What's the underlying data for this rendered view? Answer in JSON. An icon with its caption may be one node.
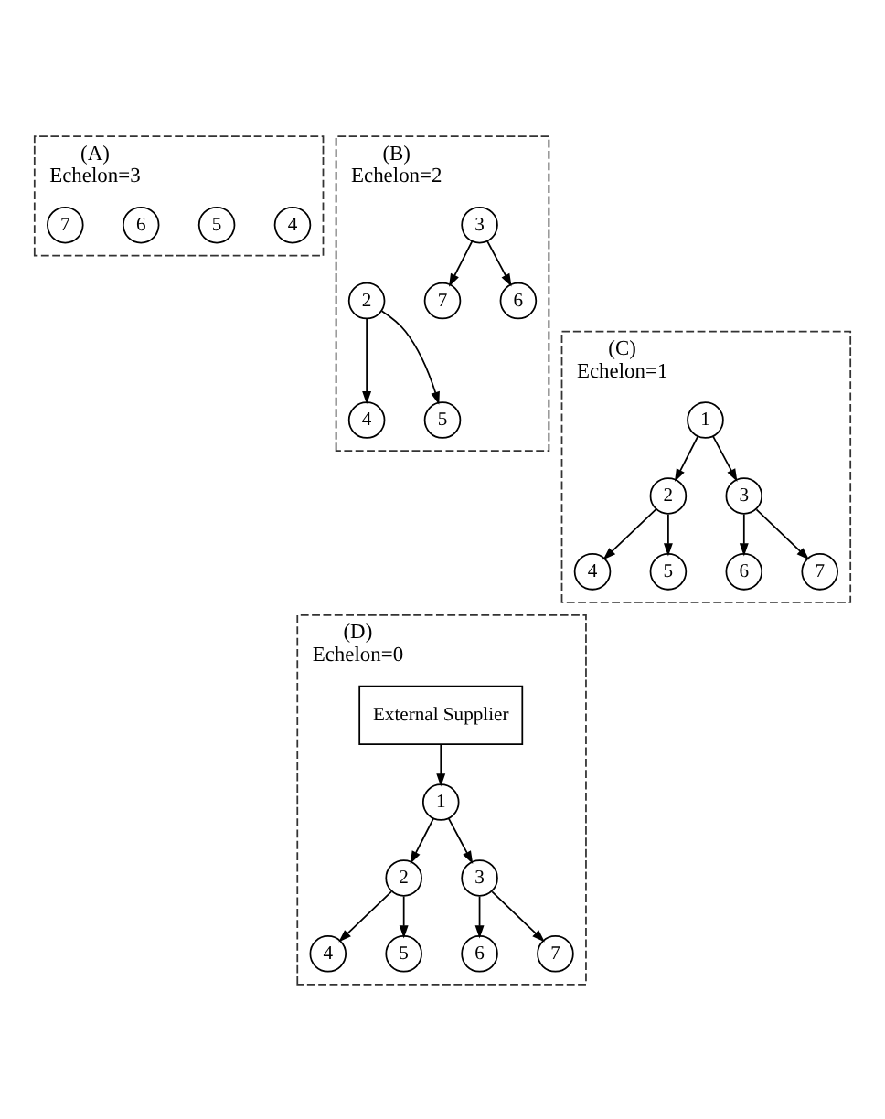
{
  "diagram": {
    "nodes": [
      {
        "text": [
          "(A)",
          "Echelon=3"
        ]
      },
      {
        "text": [
          "4"
        ],
        "in": 0
      },
      {
        "text": [
          "5"
        ],
        "in": 0
      },
      {
        "text": [
          "6"
        ],
        "in": 0
      },
      {
        "text": [
          "7"
        ],
        "in": 0
      },
      {
        "text": [
          "(B)",
          "Echelon=2"
        ]
      },
      {
        "text": [
          "2"
        ],
        "in": 5
      },
      {
        "text": [
          "4"
        ],
        "in": 5
      },
      {
        "text": [
          "5"
        ],
        "in": 5
      },
      {
        "text": [
          "3"
        ],
        "in": 5
      },
      {
        "text": [
          "6"
        ],
        "in": 5
      },
      {
        "text": [
          "7"
        ],
        "in": 5
      },
      {
        "text": [
          "(C)",
          "Echelon=1"
        ]
      },
      {
        "text": [
          "1"
        ],
        "in": 12
      },
      {
        "text": [
          "2"
        ],
        "in": 12
      },
      {
        "text": [
          "4"
        ],
        "in": 12
      },
      {
        "text": [
          "5"
        ],
        "in": 12
      },
      {
        "text": [
          "3"
        ],
        "in": 12
      },
      {
        "text": [
          "6"
        ],
        "in": 12
      },
      {
        "text": [
          "7"
        ],
        "in": 12
      },
      {
        "text": [
          "(D)",
          "Echelon=0"
        ]
      },
      {
        "text": [
          "External Supplier"
        ],
        "in": 20
      },
      {
        "text": [
          "1"
        ],
        "in": 20
      },
      {
        "text": [
          "2"
        ],
        "in": 20
      },
      {
        "text": [
          "4"
        ],
        "in": 20
      },
      {
        "text": [
          "5"
        ],
        "in": 20
      },
      {
        "text": [
          "3"
        ],
        "in": 20
      },
      {
        "text": [
          "6"
        ],
        "in": 20
      },
      {
        "text": [
          "7"
        ],
        "in": 20
      }
    ],
    "edges": [
      {
        "from": 6,
        "to": 7,
        "arrow": "to"
      },
      {
        "from": 6,
        "to": 8,
        "arrow": "to"
      },
      {
        "from": 9,
        "to": 10,
        "arrow": "to"
      },
      {
        "from": 9,
        "to": 11,
        "arrow": "to"
      },
      {
        "from": 13,
        "to": 14,
        "arrow": "to"
      },
      {
        "from": 13,
        "to": 17,
        "arrow": "to"
      },
      {
        "from": 14,
        "to": 15,
        "arrow": "to"
      },
      {
        "from": 14,
        "to": 16,
        "arrow": "to"
      },
      {
        "from": 17,
        "to": 18,
        "arrow": "to"
      },
      {
        "from": 17,
        "to": 19,
        "arrow": "to"
      },
      {
        "from": 21,
        "to": 22,
        "arrow": "to"
      },
      {
        "from": 22,
        "to": 23,
        "arrow": "to"
      },
      {
        "from": 22,
        "to": 26,
        "arrow": "to"
      },
      {
        "from": 23,
        "to": 24,
        "arrow": "to"
      },
      {
        "from": 23,
        "to": 25,
        "arrow": "to"
      },
      {
        "from": 26,
        "to": 27,
        "arrow": "to"
      },
      {
        "from": 26,
        "to": 28,
        "arrow": "to"
      }
    ]
  }
}
